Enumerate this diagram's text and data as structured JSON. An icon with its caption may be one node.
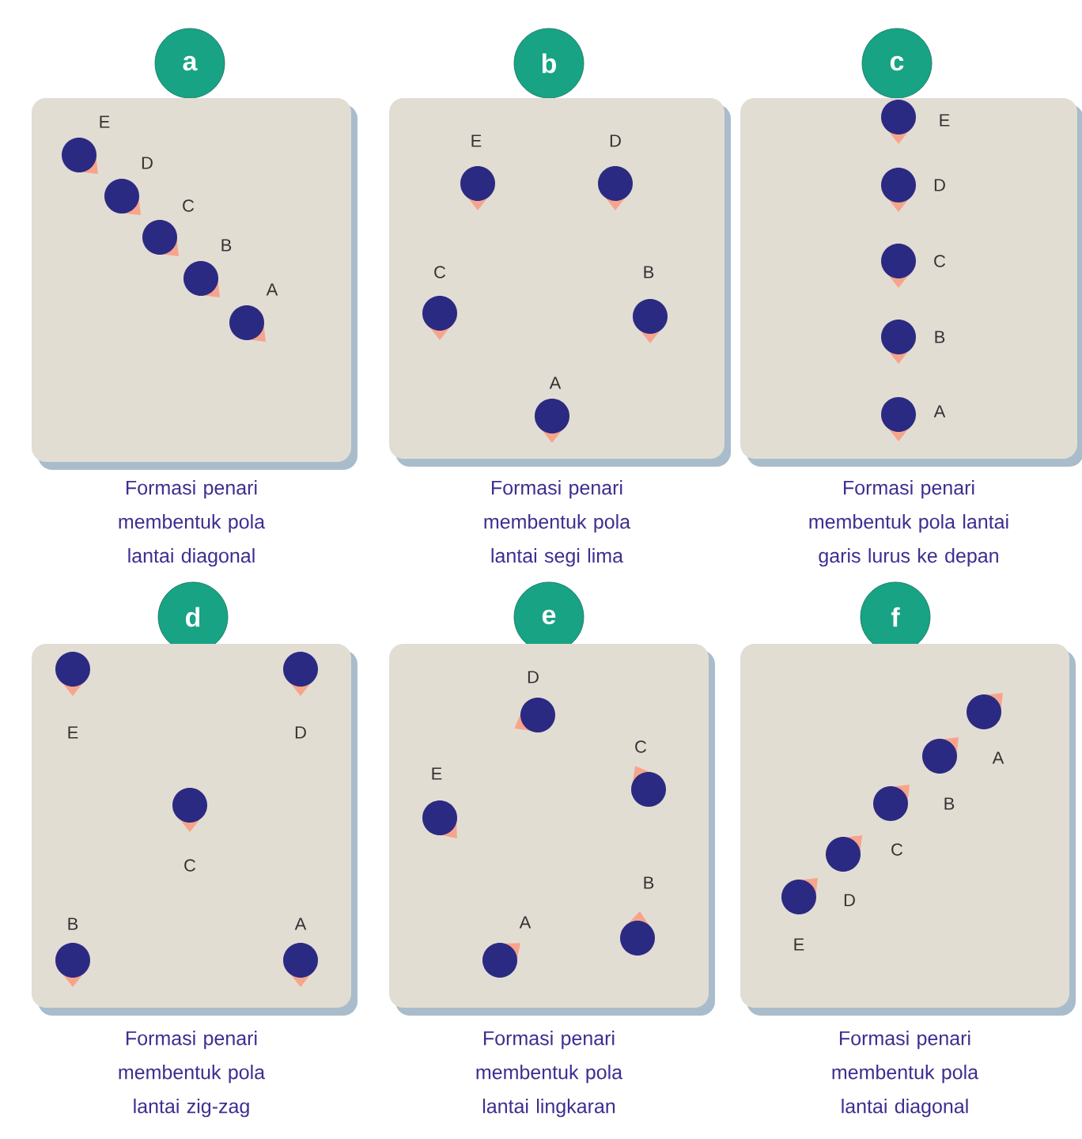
{
  "diagram": {
    "nodes": [
      {
        "text": [
          "a"
        ]
      },
      {
        "text": [],
        "shape": "box",
        "beside": [
          "Formasi penari membentuk pola lantai diagonal"
        ]
      },
      {
        "text": [],
        "shape": "circle",
        "in": 1,
        "beside": [
          "E"
        ]
      },
      {
        "text": [],
        "shape": "circle",
        "in": 1,
        "beside": [
          "D"
        ]
      },
      {
        "text": [],
        "shape": "circle",
        "in": 1,
        "beside": [
          "C"
        ]
      },
      {
        "text": [],
        "shape": "circle",
        "in": 1,
        "beside": [
          "B"
        ]
      },
      {
        "text": [],
        "shape": "circle",
        "in": 1,
        "beside": [
          "A"
        ]
      },
      {
        "text": [
          "b"
        ]
      },
      {
        "text": [],
        "shape": "box",
        "beside": [
          "Formasi penari membentuk pola lantai segi lima"
        ]
      },
      {
        "text": [],
        "shape": "circle",
        "in": 8,
        "beside": [
          "E"
        ]
      },
      {
        "text": [],
        "shape": "circle",
        "in": 8,
        "beside": [
          "D"
        ]
      },
      {
        "text": [],
        "shape": "circle",
        "in": 8,
        "beside": [
          "C"
        ]
      },
      {
        "text": [],
        "shape": "circle",
        "in": 8,
        "beside": [
          "B"
        ]
      },
      {
        "text": [],
        "shape": "circle",
        "in": 8,
        "beside": [
          "A"
        ]
      },
      {
        "text": [
          "c"
        ]
      },
      {
        "text": [],
        "shape": "box",
        "beside": [
          "Formasi penari membentuk pola lantai garis lurus ke depan"
        ]
      },
      {
        "text": [],
        "shape": "circle",
        "in": 15,
        "beside": [
          "E"
        ]
      },
      {
        "text": [],
        "shape": "circle",
        "in": 15,
        "beside": [
          "D"
        ]
      },
      {
        "text": [],
        "shape": "circle",
        "in": 15,
        "beside": [
          "C"
        ]
      },
      {
        "text": [],
        "shape": "circle",
        "in": 15,
        "beside": [
          "B"
        ]
      },
      {
        "text": [],
        "shape": "circle",
        "in": 15,
        "beside": [
          "A"
        ]
      },
      {
        "text": [
          "d"
        ]
      },
      {
        "text": [],
        "shape": "box",
        "beside": [
          "Formasi penari membentuk pola lantai zig-zag"
        ]
      },
      {
        "text": [],
        "shape": "circle",
        "in": 22,
        "beside": [
          "E"
        ]
      },
      {
        "text": [],
        "shape": "circle",
        "in": 22,
        "beside": [
          "D"
        ]
      },
      {
        "text": [],
        "shape": "circle",
        "in": 22,
        "beside": [
          "C"
        ]
      },
      {
        "text": [],
        "shape": "circle",
        "in": 22,
        "beside": [
          "B"
        ]
      },
      {
        "text": [],
        "shape": "circle",
        "in": 22,
        "beside": [
          "A"
        ]
      },
      {
        "text": [
          "e"
        ]
      },
      {
        "text": [],
        "shape": "box",
        "beside": [
          "Formasi penari membentuk pola lantai lingkaran"
        ]
      },
      {
        "text": [],
        "shape": "circle",
        "in": 29,
        "beside": [
          "D"
        ]
      },
      {
        "text": [],
        "shape": "circle",
        "in": 29,
        "beside": [
          "C"
        ]
      },
      {
        "text": [],
        "shape": "circle",
        "in": 29,
        "beside": [
          "E"
        ]
      },
      {
        "text": [],
        "shape": "circle",
        "in": 29,
        "beside": [
          "B"
        ]
      },
      {
        "text": [],
        "shape": "circle",
        "in": 29,
        "beside": [
          "A"
        ]
      },
      {
        "text": [
          "f"
        ]
      },
      {
        "text": [],
        "shape": "box",
        "beside": [
          "Formasi penari membentuk pola lantai diagonal"
        ]
      },
      {
        "text": [],
        "shape": "circle",
        "in": 36,
        "beside": [
          "A"
        ]
      },
      {
        "text": [],
        "shape": "circle",
        "in": 36,
        "beside": [
          "B"
        ]
      },
      {
        "text": [],
        "shape": "circle",
        "in": 36,
        "beside": [
          "C"
        ]
      },
      {
        "text": [],
        "shape": "circle",
        "in": 36,
        "beside": [
          "D"
        ]
      },
      {
        "text": [],
        "shape": "circle",
        "in": 36,
        "beside": [
          "E"
        ]
      }
    ]
  }
}
